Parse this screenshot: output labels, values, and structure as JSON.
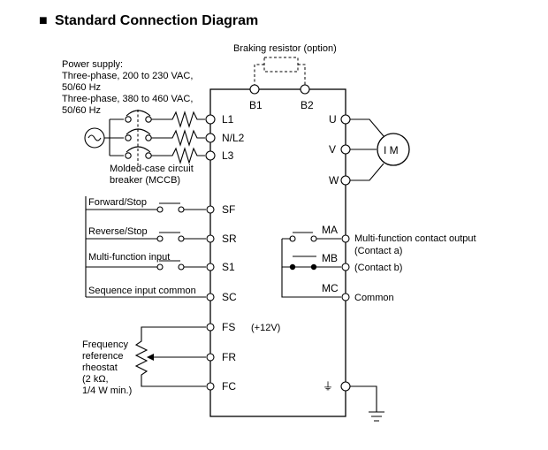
{
  "title": "Standard Connection Diagram",
  "title_bullet": "■",
  "braking_resistor": "Braking resistor (option)",
  "power_supply": [
    "Power supply:",
    "Three-phase, 200 to 230 VAC,",
    "50/60 Hz",
    "Three-phase, 380 to 460 VAC,",
    "50/60 Hz"
  ],
  "mccb": [
    "Molded-case circuit",
    "breaker (MCCB)"
  ],
  "terminals": {
    "b1": "B1",
    "b2": "B2",
    "l1": "L1",
    "l2": "N/L2",
    "l3": "L3",
    "u": "U",
    "v": "V",
    "w": "W",
    "sf": "SF",
    "sr": "SR",
    "s1": "S1",
    "sc": "SC",
    "fs": "FS",
    "fr": "FR",
    "fc": "FC",
    "ma": "MA",
    "mb": "MB",
    "mc": "MC"
  },
  "motor": "I M",
  "inputs": {
    "forward": "Forward/Stop",
    "reverse": "Reverse/Stop",
    "multi": "Multi-function input",
    "common": "Sequence input common"
  },
  "fs_voltage": "(+12V)",
  "rheostat": [
    "Frequency",
    "reference",
    "rheostat",
    "(2 kΩ,",
    "1/4 W min.)"
  ],
  "outputs": {
    "ma": [
      "Multi-function contact output",
      "(Contact a)"
    ],
    "mb": "(Contact b)",
    "mc": "Common"
  },
  "ground_symbol": "⏚"
}
